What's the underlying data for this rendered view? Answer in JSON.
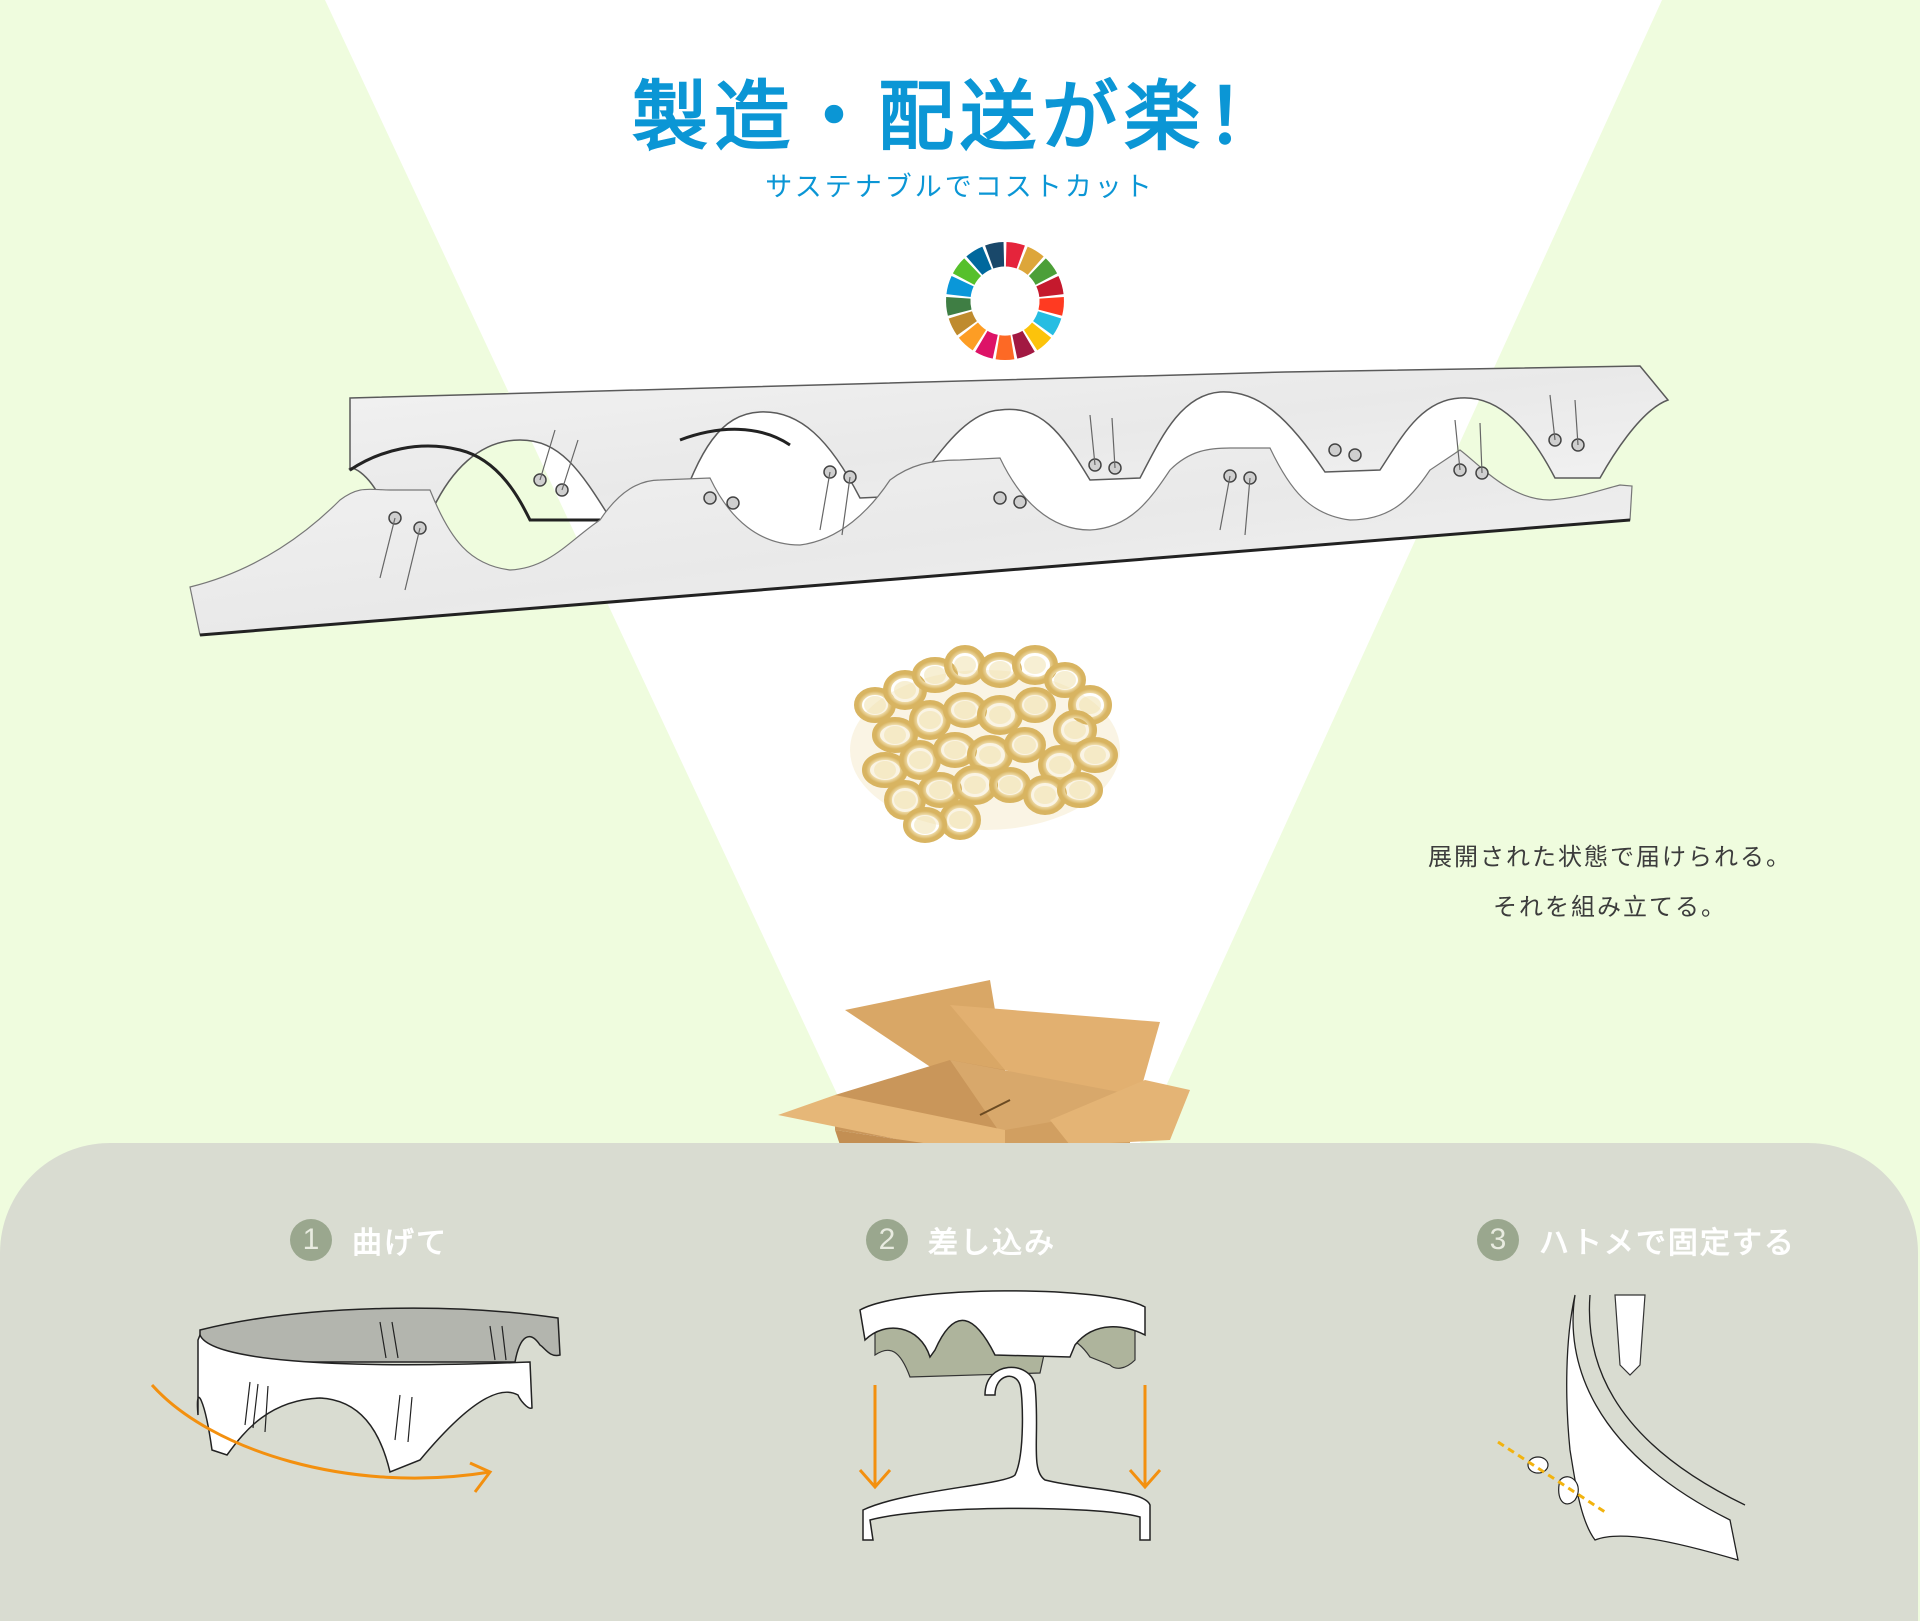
{
  "colors": {
    "background": "#effcde",
    "beam": "#ffffff",
    "headline": "#0b96d5",
    "panel": "#d9dcd1",
    "step_circle": "#9aa78e",
    "arrow": "#f3900f",
    "caption": "#3c3c3c"
  },
  "header": {
    "title": "製造・配送が楽！",
    "subtitle": "サステナブルでコストカット",
    "logo_icon": "sdg-wheel-icon"
  },
  "sdg_wheel_colors": [
    "#e5243b",
    "#dda63a",
    "#4c9f38",
    "#c5192d",
    "#ff3a21",
    "#26bde2",
    "#fcc30b",
    "#a21942",
    "#fd6925",
    "#dd1367",
    "#fd9d24",
    "#bf8b2e",
    "#3f7e44",
    "#0a97d9",
    "#56c02b",
    "#00689d",
    "#19486a"
  ],
  "products": {
    "strips_alt": "展開されたクリアシート（波型パーツ 2枚）",
    "eyelets_alt": "ハトメ（ゴールド）",
    "box_alt": "段ボール箱"
  },
  "caption": {
    "line1": "展開された状態で届けられる。",
    "line2": "それを組み立てる。"
  },
  "steps": [
    {
      "number": "1",
      "label": "曲げて",
      "icon": "bend-ring-illustration"
    },
    {
      "number": "2",
      "label": "差し込み",
      "icon": "insert-hanger-illustration"
    },
    {
      "number": "3",
      "label": "ハトメで固定する",
      "icon": "eyelet-fix-illustration"
    }
  ]
}
